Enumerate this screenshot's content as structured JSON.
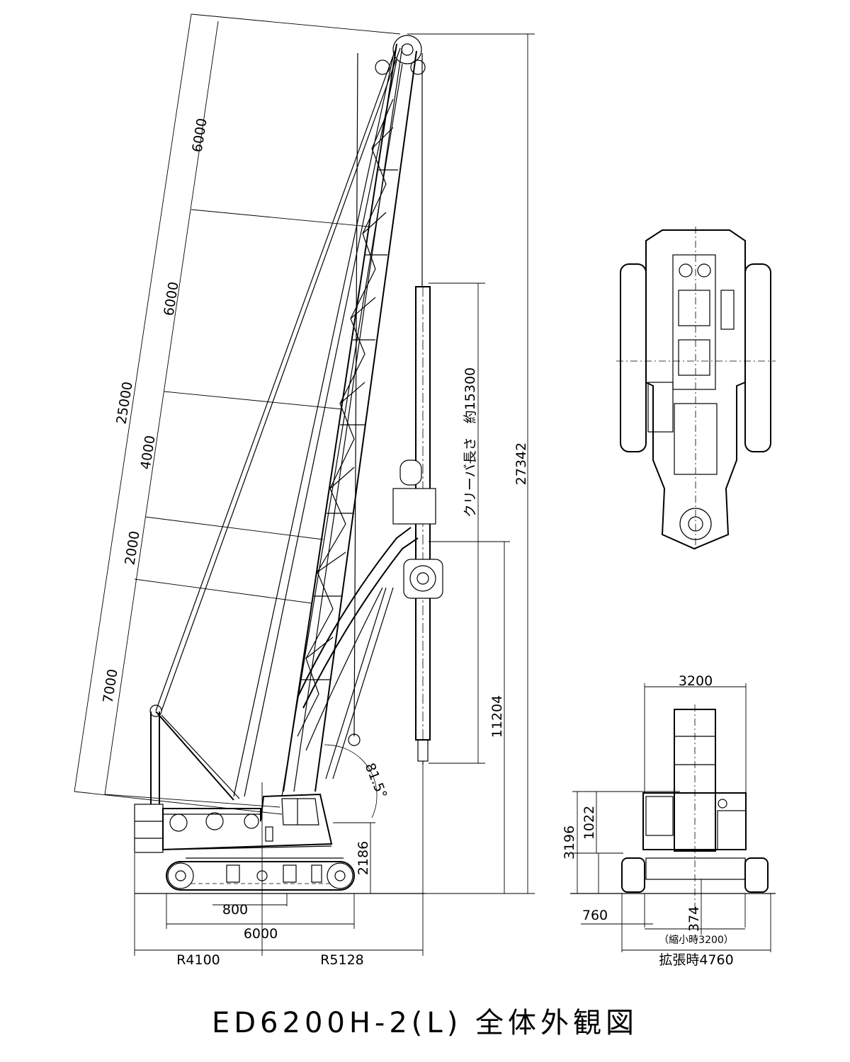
{
  "title": "ED6200H-2(L) 全体外観図",
  "dimensions": {
    "boom_seg_top": "6000",
    "boom_seg_2": "6000",
    "boom_seg_3": "4000",
    "boom_seg_4": "2000",
    "boom_seg_5": "7000",
    "boom_total": "25000",
    "overall_height": "27342",
    "leader_length": "クリーバ長さ　約15300",
    "leader_bottom_height": "11204",
    "boom_angle": "81.5°",
    "boom_foot_height": "2186",
    "track_offset": "800",
    "track_length": "6000",
    "tail_radius": "R4100",
    "front_radius": "R5128",
    "cab_width": "3200",
    "cab_height": "3196",
    "body_height": "1022",
    "track_shoe_width": "760",
    "ground_clearance": "374",
    "retracted_width": "（縮小時3200）",
    "extended_width": "拡張時4760"
  }
}
